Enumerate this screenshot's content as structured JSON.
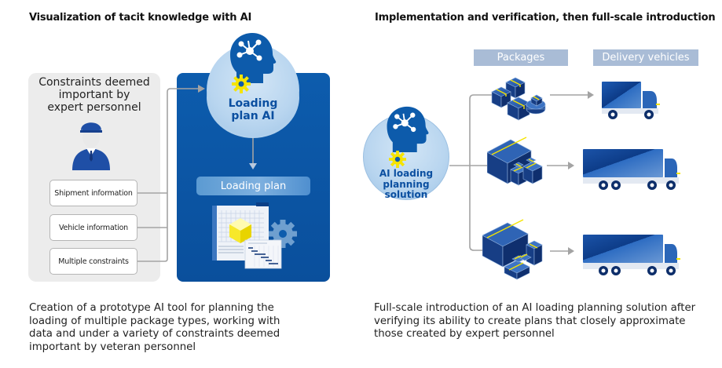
{
  "left_section": {
    "title": "Visualization of tacit knowledge with AI",
    "constraints_panel": {
      "heading_lines": [
        "Constraints deemed",
        "important by",
        "expert personnel"
      ],
      "icon": "expert-person-icon",
      "items": [
        {
          "label": "Shipment information"
        },
        {
          "label": "Vehicle information"
        },
        {
          "label": "Multiple constraints"
        }
      ]
    },
    "ai_node": {
      "label_lines": [
        "Loading",
        "plan AI"
      ],
      "icons": [
        "ai-head-network-icon",
        "gear-icon"
      ]
    },
    "output": {
      "label": "Loading plan",
      "icon": "loading-plan-document-icon"
    },
    "caption_lines": [
      "Creation of a prototype AI tool for planning the",
      "loading of multiple package types, working with",
      "data and under a variety of constraints deemed",
      "important by veteran personnel"
    ]
  },
  "right_section": {
    "title": "Implementation and verification, then full-scale introduction",
    "ai_node": {
      "label_lines": [
        "AI loading",
        "planning",
        "solution"
      ],
      "icons": [
        "ai-head-network-icon",
        "gear-icon"
      ]
    },
    "column_headers": {
      "packages": "Packages",
      "vehicles": "Delivery vehicles"
    },
    "rows": [
      {
        "packages_icon": "small-package-stack-icon",
        "vehicle_icon": "small-truck-icon"
      },
      {
        "packages_icon": "mixed-package-stack-icon",
        "vehicle_icon": "large-truck-icon"
      },
      {
        "packages_icon": "large-package-stack-icon",
        "vehicle_icon": "large-truck-icon"
      }
    ],
    "caption_lines": [
      "Full-scale introduction of an AI loading planning solution after",
      "verifying its ability to create plans that closely approximate",
      "those created by expert personnel"
    ]
  },
  "colors": {
    "brand_blue": "#0d5cad",
    "light_blue": "#b8d5ef",
    "accent_yellow": "#f5e400",
    "connector_gray": "#9a9a9a",
    "header_tag": "#a9bcd6",
    "panel_gray": "#ececec"
  }
}
